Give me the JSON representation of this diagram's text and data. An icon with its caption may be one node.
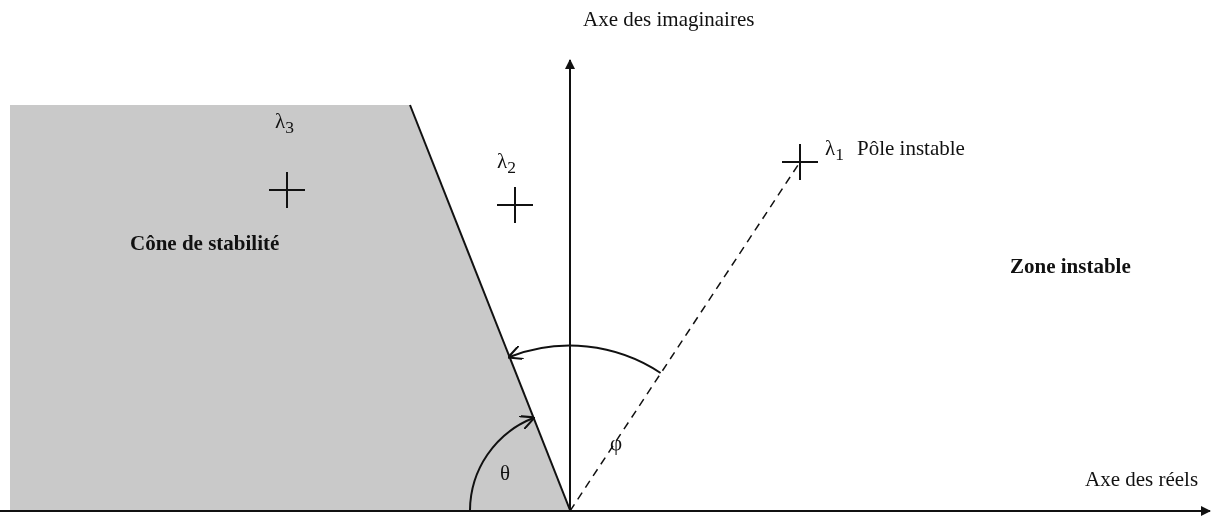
{
  "diagram": {
    "nodes": [
      {
        "text": [
          "λ$_{3}$",
          "Cône de stabilité"
        ]
      }
    ],
    "labels": [
      "Axe des imaginaires",
      "λ$_{2}$",
      "λ$_{1}$",
      "Pôle instable",
      "Zone instable",
      "φ",
      "θ",
      "Axe des réels"
    ]
  }
}
